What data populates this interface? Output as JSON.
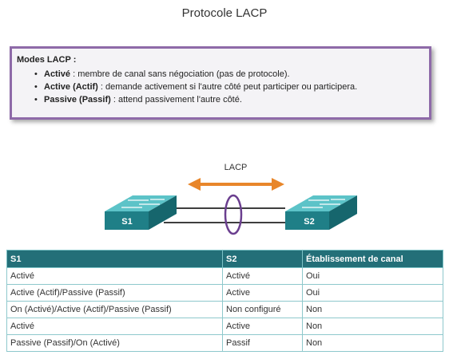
{
  "title": "Protocole LACP",
  "modes": {
    "heading": "Modes LACP :",
    "items": [
      {
        "term": "Activé",
        "desc": " : membre de canal sans négociation (pas de protocole)."
      },
      {
        "term": "Active (Actif)",
        "desc": " : demande activement si l'autre côté peut participer ou participera."
      },
      {
        "term": "Passive (Passif)",
        "desc": " : attend passivement l'autre côté."
      }
    ]
  },
  "diagram": {
    "protocol_label": "LACP",
    "switch_left": "S1",
    "switch_right": "S2"
  },
  "table": {
    "headers": [
      "S1",
      "S2",
      "Établissement de canal"
    ],
    "rows": [
      [
        "Activé",
        "Activé",
        "Oui"
      ],
      [
        "Active (Actif)/Passive (Passif)",
        "Active",
        "Oui"
      ],
      [
        "On (Activé)/Active (Actif)/Passive (Passif)",
        "Non configuré",
        "Non"
      ],
      [
        "Activé",
        "Active",
        "Non"
      ],
      [
        "Passive (Passif)/On (Activé)",
        "Passif",
        "Non"
      ]
    ]
  },
  "colors": {
    "box_border": "#8e6aa8",
    "switch_teal": "#2a8e95",
    "arrow": "#e8862a",
    "bundle_ellipse": "#6b3f8f",
    "table_header": "#236f78"
  }
}
